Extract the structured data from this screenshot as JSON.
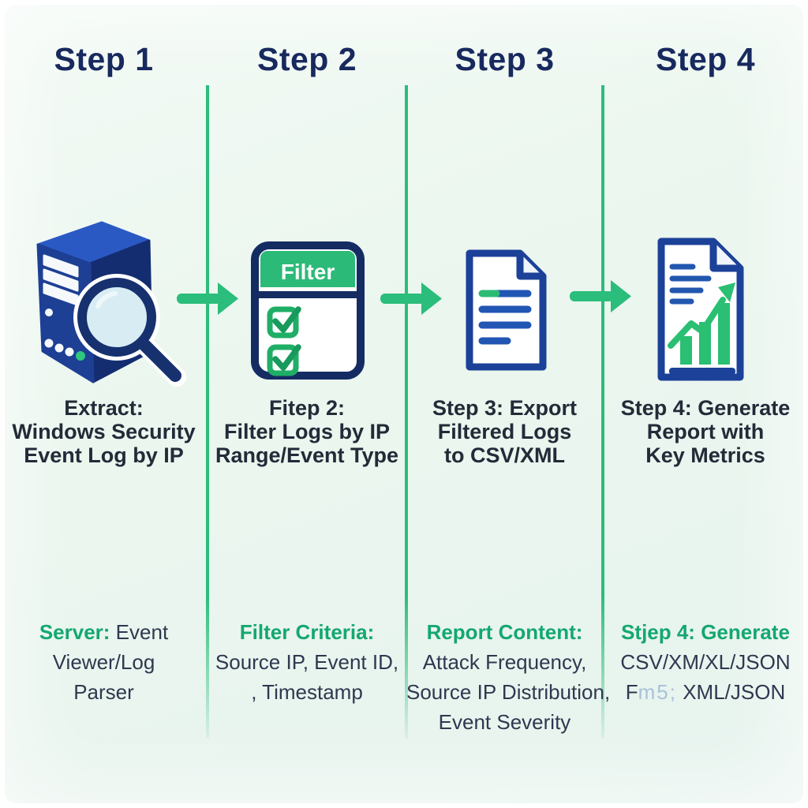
{
  "palette": {
    "background": "#eaf6ee",
    "header_navy": "#17295e",
    "caption_dark": "#232a38",
    "footer_navy": "#2e3850",
    "green_accent": "#2bbd7b",
    "green_text": "#14a771",
    "icon_outline_blue": "#1c4198",
    "icon_dark_navy": "#16316e",
    "icon_green": "#2abf72",
    "server_front_blue": "#1d3f94",
    "server_top_blue": "#2b59c4",
    "server_side_blue": "#142d70"
  },
  "columns": [
    {
      "header": "Step 1",
      "icon": "server-search-icon",
      "caption_lines": [
        "Extract:",
        "Windows Security",
        "Event Log by IP"
      ],
      "footer": {
        "lead": "Server:",
        "lead_rest": " Event",
        "lines": [
          "Viewer/Log",
          "Parser"
        ]
      }
    },
    {
      "header": "Step 2",
      "icon": "filter-checklist-icon",
      "icon_label": "Filter",
      "caption_lines": [
        "Fitep 2:",
        "Filter Logs by IP",
        "Range/Event Type"
      ],
      "footer": {
        "lead": "Filter Criteria:",
        "lead_rest": "",
        "lines": [
          "Source IP, Event ID,",
          ", Timestamp"
        ]
      }
    },
    {
      "header": "Step 3",
      "icon": "document-icon",
      "caption_lines": [
        "Step 3: Export",
        "Filtered Logs",
        "to CSV/XML"
      ],
      "footer": {
        "lead": "Report Content:",
        "lead_rest": "",
        "lines": [
          "Attack Frequency,",
          "Source IP Distribution,",
          "Event Severity"
        ]
      }
    },
    {
      "header": "Step 4",
      "icon": "report-chart-icon",
      "caption_lines": [
        "Step 4: Generate",
        "Report with",
        "Key Metrics"
      ],
      "footer": {
        "lead": "Stjep 4: Generate",
        "lead_rest": "",
        "lines": [
          "CSV/XM/XL/JSON"
        ],
        "artifact_line": {
          "prefix": "F",
          "artifact": "m5;",
          "suffix": " XML/JSON"
        }
      }
    }
  ]
}
